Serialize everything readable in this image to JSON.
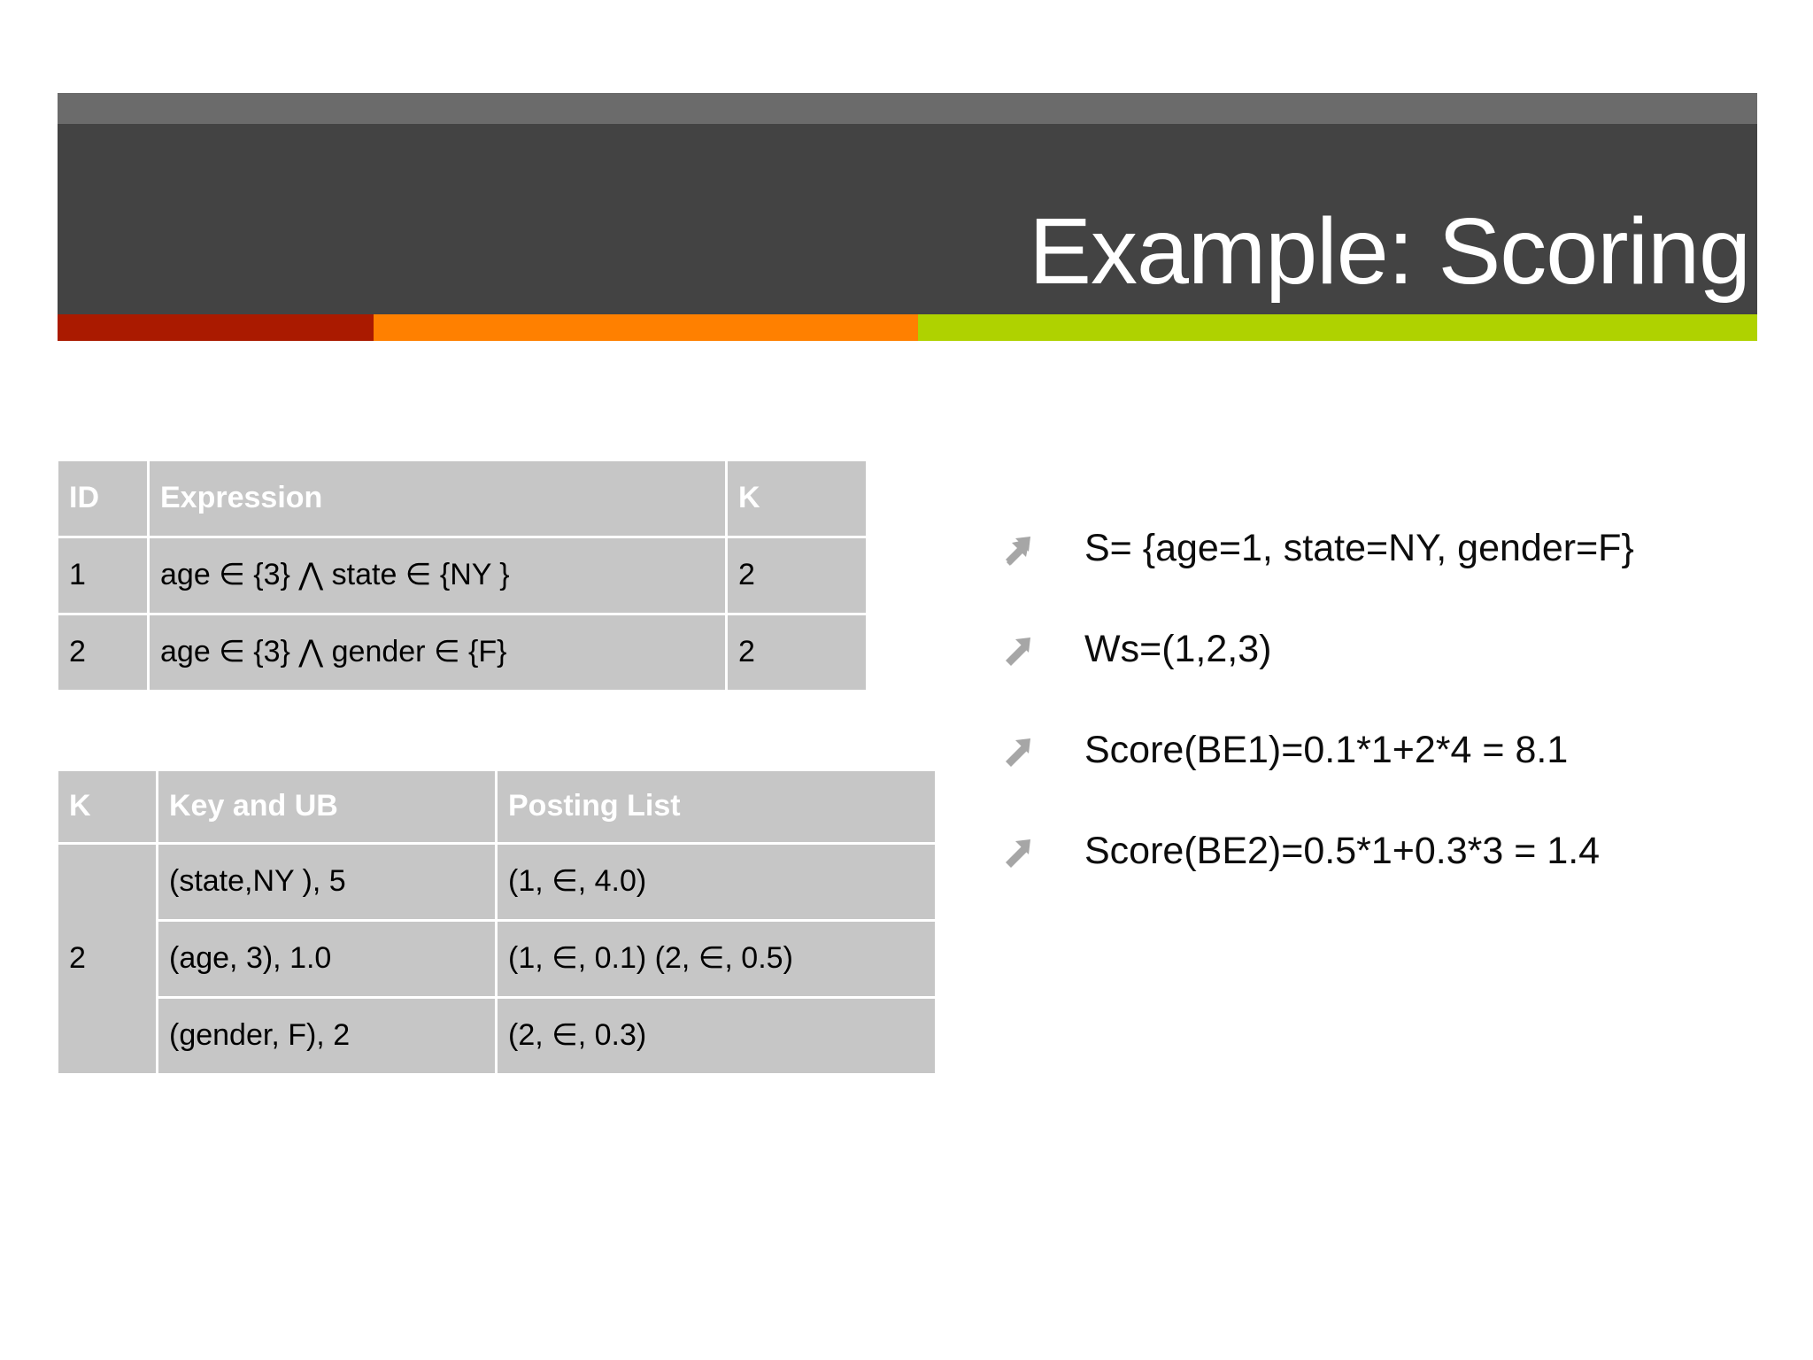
{
  "slide": {
    "title": "Example: Scoring",
    "accent_colors": {
      "red": "#AA1A00",
      "orange": "#FF8000",
      "green": "#AFD200",
      "banner_dark": "#434343",
      "banner_light": "#6B6B6B"
    }
  },
  "tables": {
    "expressions": {
      "headers": [
        "ID",
        "Expression",
        "K"
      ],
      "rows": [
        [
          "1",
          "age ∈ {3} ⋀ state ∈ {NY }",
          "2"
        ],
        [
          "2",
          "age ∈ {3} ⋀ gender ∈ {F}",
          "2"
        ]
      ]
    },
    "postings": {
      "headers": [
        "K",
        "Key and UB",
        "Posting List"
      ],
      "k_value": "2",
      "rows": [
        {
          "key_and_ub": "(state,NY ), 5",
          "posting_list": "(1, ∈, 4.0)"
        },
        {
          "key_and_ub": "(age, 3), 1.0",
          "posting_list": "(1, ∈, 0.1) (2, ∈, 0.5)"
        },
        {
          "key_and_ub": "(gender, F), 2",
          "posting_list": "(2, ∈, 0.3)"
        }
      ]
    }
  },
  "bullets": {
    "icon_name": "arrow-up-right-icon",
    "icon_color": "#A6A6A6",
    "items": [
      {
        "text": "S= {age=1, state=NY, gender=F}"
      },
      {
        "text": "Ws=(1,2,3)"
      },
      {
        "text": "Score(BE1)=0.1*1+2*4 = 8.1"
      },
      {
        "text": "Score(BE2)=0.5*1+0.3*3 = 1.4"
      }
    ]
  }
}
